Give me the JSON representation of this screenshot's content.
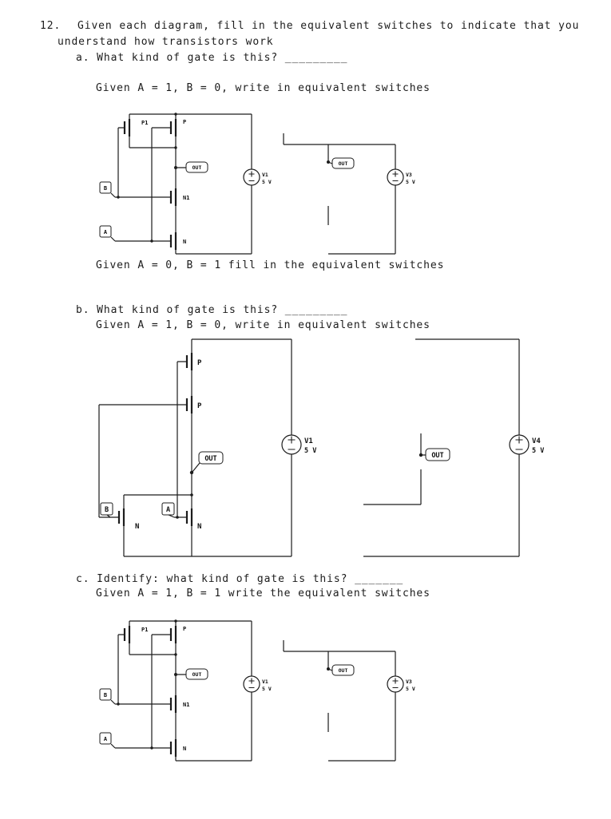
{
  "page": {
    "background": "#ffffff",
    "text_color": "#1c1c1c"
  },
  "problem": {
    "number": "12.",
    "intro_line1": "Given each diagram, fill in the equivalent switches to indicate that you",
    "intro_line2": "understand how transistors work"
  },
  "part_a": {
    "question": "a. What kind of gate is this? _________",
    "instruction_top": "Given A = 1, B = 0, write in equivalent switches",
    "instruction_bottom": "Given A = 0, B = 1 fill in the equivalent switches",
    "circuit": {
      "p1": "P1",
      "p": "P",
      "n1": "N1",
      "n": "N",
      "input_b": "B",
      "input_a": "A",
      "out": "OUT",
      "source_name": "V1",
      "source_value": "5 V"
    },
    "switch_panel": {
      "out": "OUT",
      "source_name": "V3",
      "source_value": "5 V"
    }
  },
  "part_b": {
    "question": "b. What kind of gate is this? _________",
    "instruction": "Given A = 1, B = 0, write in equivalent switches",
    "circuit": {
      "p_top": "P",
      "p_bottom": "P",
      "n_left": "N",
      "n_right": "N",
      "input_b": "B",
      "input_a": "A",
      "out": "OUT",
      "source_name": "V1",
      "source_value": "5 V"
    },
    "switch_panel": {
      "out": "OUT",
      "source_name": "V4",
      "source_value": "5 V"
    }
  },
  "part_c": {
    "question": "c. Identify: what kind of gate is this? _______",
    "instruction": "Given A = 1, B = 1 write the equivalent switches",
    "circuit": {
      "p1": "P1",
      "p": "P",
      "n1": "N1",
      "n": "N",
      "input_b": "B",
      "input_a": "A",
      "out": "OUT",
      "source_name": "V1",
      "source_value": "5 V"
    },
    "switch_panel": {
      "out": "OUT",
      "source_name": "V3",
      "source_value": "5 V"
    }
  }
}
